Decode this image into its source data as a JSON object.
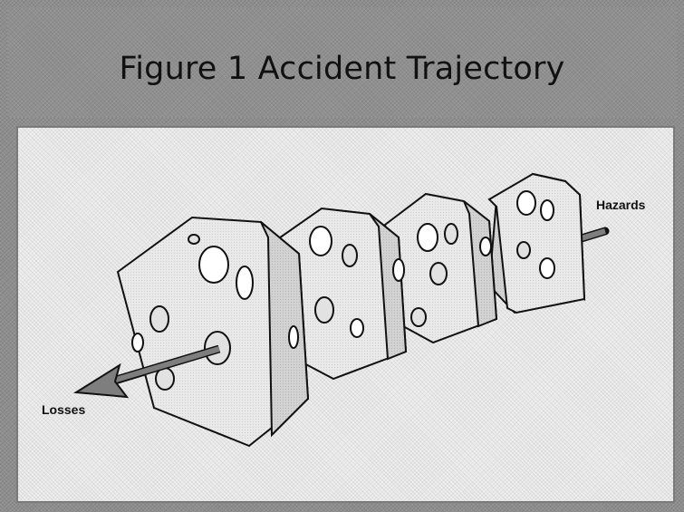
{
  "title": "Figure 1 Accident Trajectory",
  "diagram": {
    "labels": {
      "hazards": "Hazards",
      "losses": "Losses"
    },
    "slices": [
      {
        "name": "slice-1"
      },
      {
        "name": "slice-2"
      },
      {
        "name": "slice-3"
      },
      {
        "name": "slice-4"
      }
    ],
    "colors": {
      "slice_fill": "#eeeeee",
      "slice_shadow": "#d8d8d8",
      "arrow": "#7e7e7e",
      "outline": "#111111"
    }
  }
}
